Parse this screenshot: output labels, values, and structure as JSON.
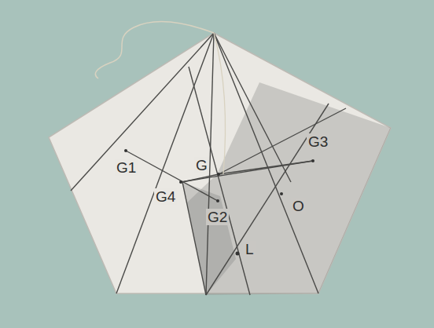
{
  "diagram": {
    "labels": [
      "G1",
      "G",
      "G3",
      "G4",
      "G2",
      "O",
      "L"
    ]
  }
}
